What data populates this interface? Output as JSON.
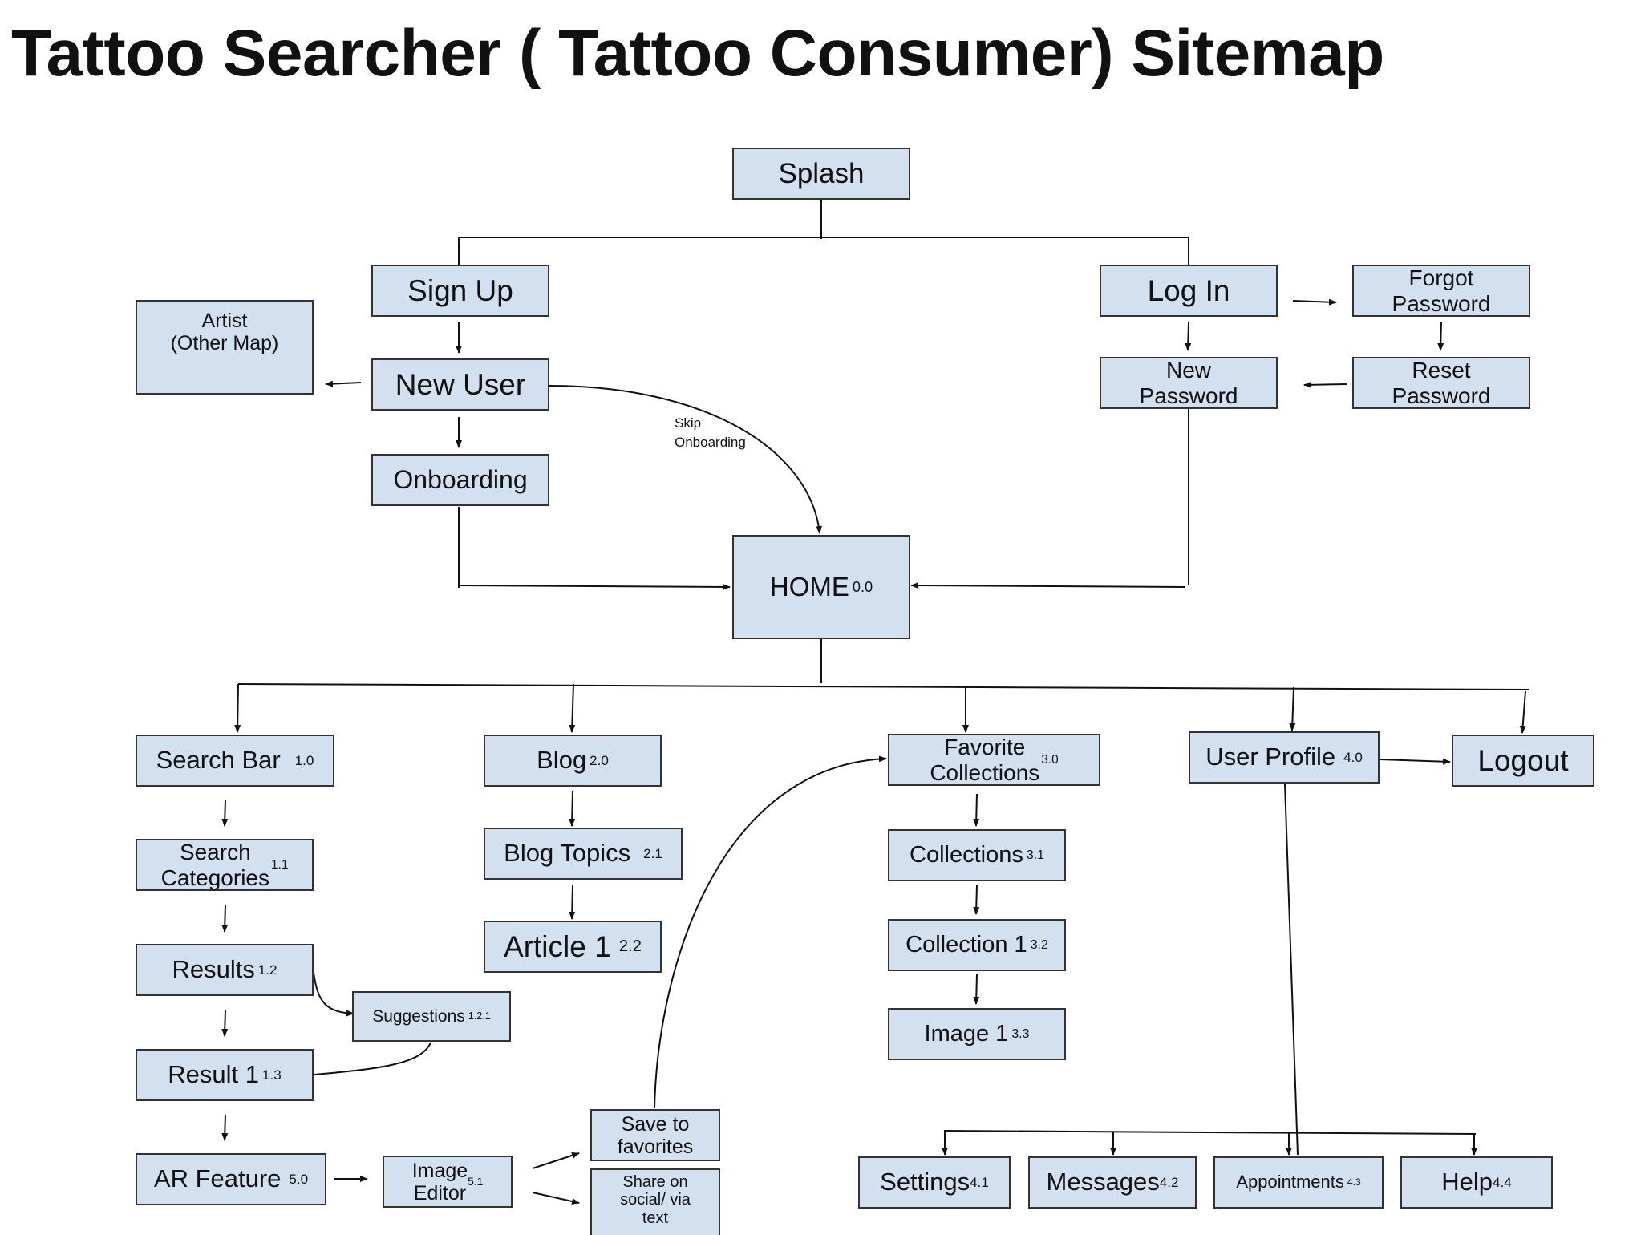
{
  "title": "Tattoo Searcher ( Tattoo Consumer) Sitemap",
  "nodes": {
    "splash": {
      "label": "Splash",
      "code": ""
    },
    "sign_up": {
      "label": "Sign Up",
      "code": ""
    },
    "log_in": {
      "label": "Log In",
      "code": ""
    },
    "forgot_password": {
      "label": "Forgot\nPassword",
      "code": ""
    },
    "artist": {
      "label": "Artist\n(Other Map)",
      "code": ""
    },
    "new_user": {
      "label": "New User",
      "code": ""
    },
    "new_password": {
      "label": "New\nPassword",
      "code": ""
    },
    "reset_password": {
      "label": "Reset\nPassword",
      "code": ""
    },
    "onboarding": {
      "label": "Onboarding",
      "code": ""
    },
    "home": {
      "label": "HOME",
      "code": "0.0"
    },
    "search_bar": {
      "label": "Search Bar",
      "code": "1.0"
    },
    "blog": {
      "label": "Blog",
      "code": "2.0"
    },
    "favorite_collections": {
      "label": "Favorite\nCollections",
      "code": "3.0"
    },
    "user_profile": {
      "label": "User Profile",
      "code": "4.0"
    },
    "logout": {
      "label": "Logout",
      "code": ""
    },
    "search_categories": {
      "label": "Search\nCategories",
      "code": "1.1"
    },
    "blog_topics": {
      "label": "Blog Topics",
      "code": "2.1"
    },
    "collections": {
      "label": "Collections",
      "code": "3.1"
    },
    "results": {
      "label": "Results",
      "code": "1.2"
    },
    "article_1": {
      "label": "Article 1",
      "code": "2.2"
    },
    "collection_1": {
      "label": "Collection 1",
      "code": "3.2"
    },
    "suggestions": {
      "label": "Suggestions",
      "code": "1.2.1"
    },
    "image_1": {
      "label": "Image 1",
      "code": "3.3"
    },
    "result_1": {
      "label": "Result 1",
      "code": "1.3"
    },
    "save_to_favorites": {
      "label": "Save to\nfavorites",
      "code": ""
    },
    "ar_feature": {
      "label": "AR Feature",
      "code": "5.0"
    },
    "image_editor": {
      "label": "Image\nEditor",
      "code": "5.1"
    },
    "share": {
      "label": "Share on\nsocial/ via\ntext",
      "code": ""
    },
    "settings": {
      "label": "Settings",
      "code": "4.1"
    },
    "messages": {
      "label": "Messages",
      "code": "4.2"
    },
    "appointments": {
      "label": "Appointments",
      "code": "4.3"
    },
    "help": {
      "label": "Help",
      "code": "4.4"
    }
  },
  "edge_labels": {
    "skip_onboarding": "Skip\nOnboarding"
  },
  "colors": {
    "node_fill": "#d3e0f0",
    "node_border": "#333333",
    "line": "#111111"
  }
}
